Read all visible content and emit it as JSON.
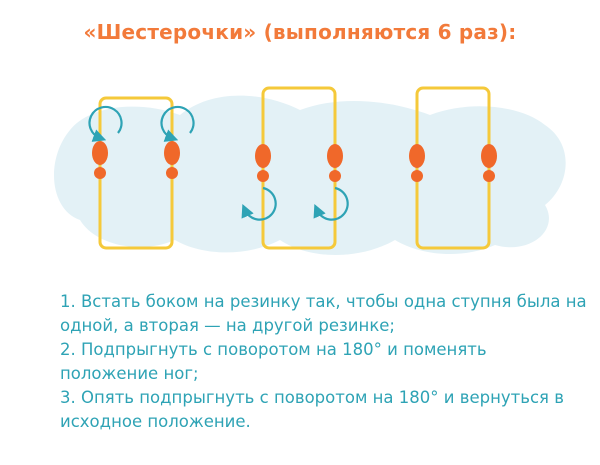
{
  "title": "«Шестерочки» (выполняются 6 раз):",
  "colors": {
    "title": "#f27a3a",
    "text": "#2ea3b5",
    "band": "#f5c93a",
    "foot": "#f0682a",
    "arrow": "#2ea3b5",
    "cloud": "#e3f1f6"
  },
  "icons": [
    "rotate-arrow-icon",
    "foot-icon"
  ],
  "steps": [
    "1. Встать боком на резинку так, чтобы одна ступня была на одной, а вторая — на другой резинке;",
    "2. Подпрыгнуть с поворотом на 180° и поменять положение ног;",
    "3. Опять подпрыгнуть с поворотом на 180° и вернуться в исходное положение."
  ]
}
